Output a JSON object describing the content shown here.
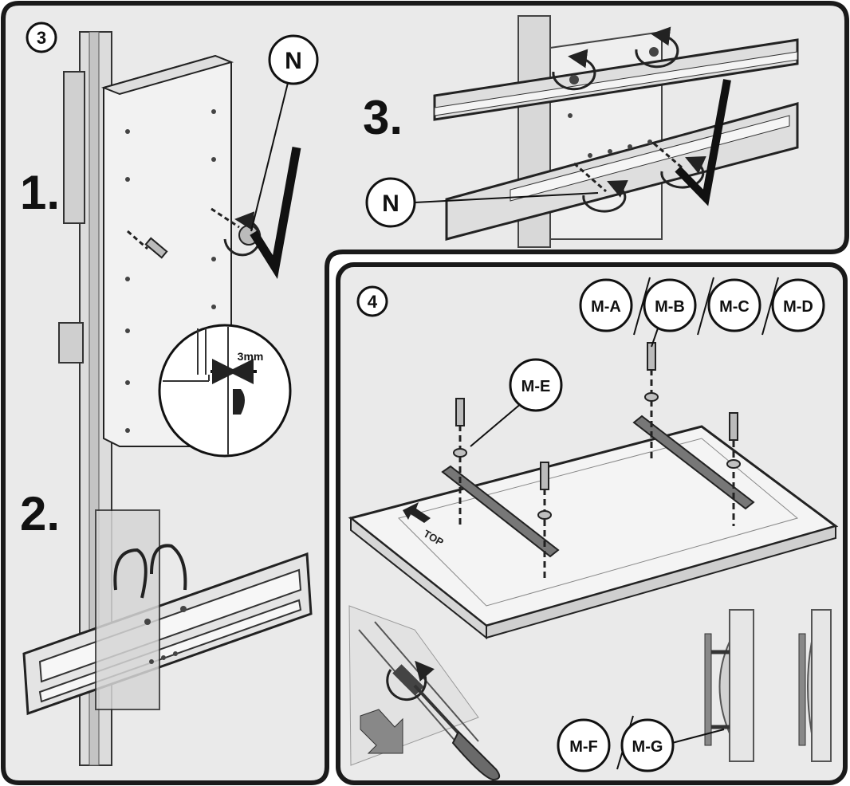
{
  "panel3": {
    "step_circle": "3",
    "sub_steps": {
      "one": "1.",
      "two": "2.",
      "three": "3."
    },
    "part_label_n": "N",
    "detail_gap": "3mm"
  },
  "panel4": {
    "step_circle": "4",
    "bolt_labels": [
      "M-A",
      "M-B",
      "M-C",
      "M-D"
    ],
    "washer_label": "M-E",
    "spacer_labels": [
      "M-F",
      "M-G"
    ],
    "tv_top_label": "TOP"
  },
  "colors": {
    "panel_bg": "#eaeaea",
    "frame": "#1a1a1a",
    "detail_bg": "#ffffff",
    "metal": "#c8c8c8"
  },
  "icons": [
    "allen-key-icon",
    "screwdriver-icon",
    "rotate-arrow-icon",
    "direction-arrow-icon"
  ]
}
